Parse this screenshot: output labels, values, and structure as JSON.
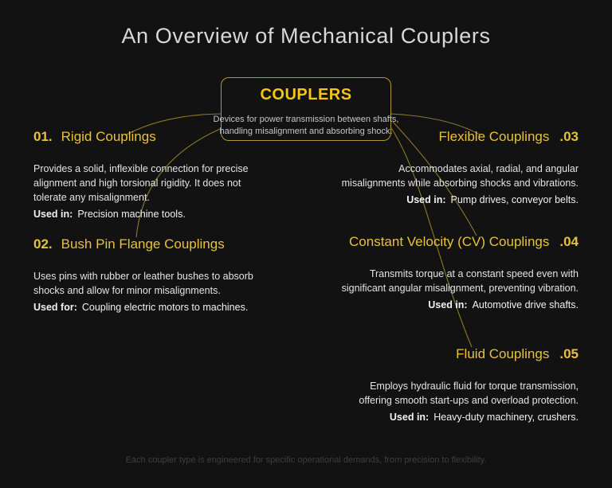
{
  "title": "An Overview of Mechanical Couplers",
  "hub": {
    "title": "COUPLERS",
    "subtitle": "Devices for power transmission between shafts,\nhandling misalignment and absorbing shock."
  },
  "sections": [
    {
      "num": "01.",
      "title": "Rigid Couplings",
      "body": "Provides a solid, inflexible connection for precise\nalignment and high torsional rigidity. It does not\ntolerate any misalignment.",
      "used_label": "Used in:",
      "used_text": "Precision machine tools."
    },
    {
      "num": "02.",
      "title": "Bush Pin Flange Couplings",
      "body": "Uses pins with rubber or leather bushes to absorb\nshocks and allow for minor misalignments.",
      "used_label": "Used for:",
      "used_text": "Coupling electric motors to machines."
    },
    {
      "num": ".03",
      "title": "Flexible Couplings",
      "body": "Accommodates axial, radial, and angular\nmisalignments while absorbing shocks and vibrations.",
      "used_label": "Used in:",
      "used_text": "Pump drives, conveyor belts."
    },
    {
      "num": ".04",
      "title": "Constant Velocity (CV) Couplings",
      "body": "Transmits torque at a constant speed even with\nsignificant angular misalignment, preventing vibration.",
      "used_label": "Used in:",
      "used_text": "Automotive drive shafts."
    },
    {
      "num": ".05",
      "title": "Fluid Couplings",
      "body": "Employs hydraulic fluid for torque transmission,\noffering smooth start-ups and overload protection.",
      "used_label": "Used in:",
      "used_text": "Heavy-duty machinery, crushers."
    }
  ],
  "footer": "Each coupler type is engineered for specific operational demands, from precision to flexibility.",
  "colors": {
    "background": "#121212",
    "heading_yellow": "#e9c13a",
    "hub_yellow": "#f3c515",
    "hub_border": "#b3972f",
    "connector_line": "#8d7a28",
    "body_text": "#e4e4e4",
    "title_text": "#d8d8d8",
    "footer_text": "#3e3e3e"
  }
}
